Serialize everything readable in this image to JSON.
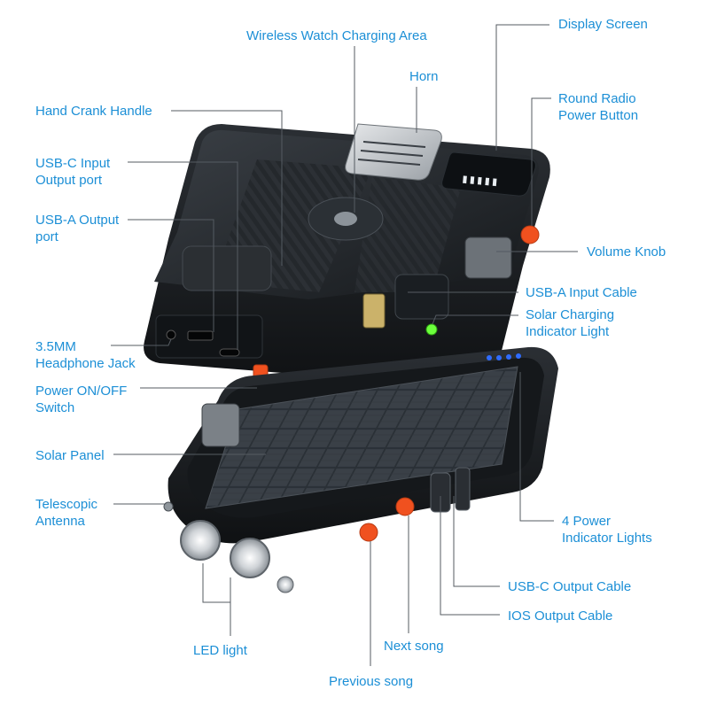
{
  "labels": {
    "display_screen": "Display Screen",
    "wireless_watch_charging_area": "Wireless Watch Charging Area",
    "horn": "Horn",
    "round_radio_power_button": "Round Radio\nPower Button",
    "hand_crank_handle": "Hand Crank Handle",
    "usb_c_input_output_port": "USB-C Input\nOutput port",
    "usb_a_output_port": "USB-A Output\nport",
    "volume_knob": "Volume Knob",
    "usb_a_input_cable": "USB-A Input Cable",
    "solar_charging_indicator_light": "Solar Charging\nIndicator Light",
    "headphone_jack": "3.5MM\nHeadphone Jack",
    "power_on_off_switch": "Power ON/OFF\nSwitch",
    "solar_panel": "Solar Panel",
    "telescopic_antenna": "Telescopic\nAntenna",
    "power_indicator_lights": "4 Power\nIndicator Lights",
    "usb_c_output_cable": "USB-C Output Cable",
    "ios_output_cable": "IOS Output Cable",
    "led_light": "LED light",
    "next_song": "Next song",
    "previous_song": "Previous song"
  },
  "colors": {
    "label": "#1c8fd6",
    "leader_line": "#555b62",
    "device_body": "#1e2226",
    "button_accent": "#f0511f",
    "indicator_blue": "#2f6cff",
    "indicator_green": "#6cff3c"
  }
}
